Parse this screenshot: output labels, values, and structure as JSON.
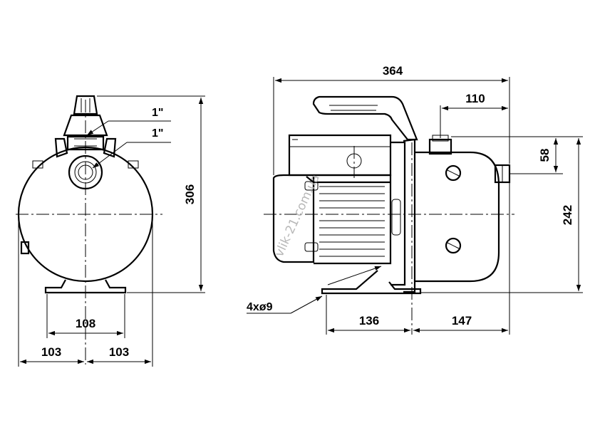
{
  "front_view": {
    "dimensions": {
      "height": "306",
      "foot_span": "108",
      "half_width_left": "103",
      "half_width_right": "103"
    },
    "thread_labels": {
      "top_port": "1\"",
      "front_port": "1\""
    }
  },
  "side_view": {
    "dimensions": {
      "overall_length": "364",
      "outlet_offset": "110",
      "inlet_height": "58",
      "total_height": "242",
      "foot_left": "136",
      "foot_right": "147"
    },
    "hole_label": "4xø9",
    "watermark": "vlik-21.com.ua"
  }
}
